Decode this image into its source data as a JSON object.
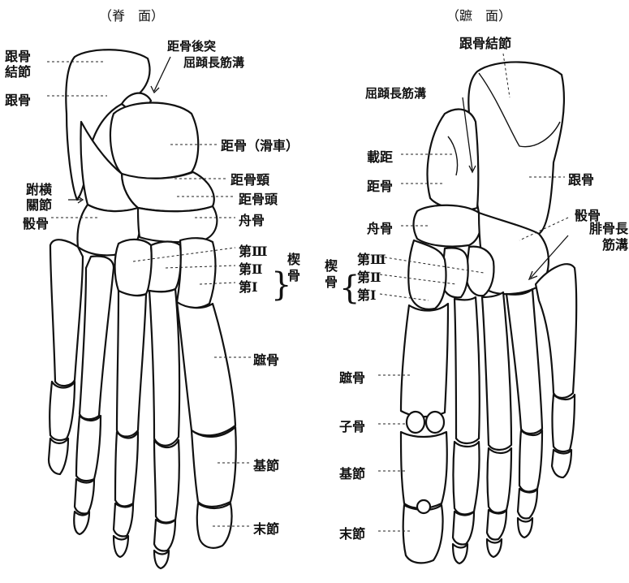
{
  "dorsal": {
    "title": "（脊　面）",
    "labels": {
      "calcaneal_tuberosity": "跟骨\n結節",
      "calcaneus": "跟骨",
      "talus_posterior_process": "距骨後突",
      "flexor_hallucis_groove": "屈蹞長筋溝",
      "talus_trochlea": "距骨（滑車）",
      "talus_neck": "距骨頸",
      "talus_head": "距骨頭",
      "transverse_tarsal_joint": "跗横\n關節",
      "cuboid": "骰骨",
      "navicular": "舟骨",
      "cuneiform_3": "第Ⅲ",
      "cuneiform_2": "第Ⅱ",
      "cuneiform_1": "第Ⅰ",
      "cuneiform_group": "楔\n骨",
      "metatarsal": "蹠骨",
      "proximal_phalanx": "基節",
      "distal_phalanx": "末節"
    }
  },
  "plantar": {
    "title": "（蹠　面）",
    "labels": {
      "calcaneal_tuberosity": "跟骨結節",
      "flexor_hallucis_groove": "屈蹞長筋溝",
      "sustentaculum_tali": "載距",
      "talus": "距骨",
      "calcaneus": "跟骨",
      "navicular": "舟骨",
      "cuboid": "骰骨",
      "peroneus_longus_groove": "腓骨長\n筋溝",
      "cuneiform_group": "楔\n骨",
      "cuneiform_3": "第Ⅲ",
      "cuneiform_2": "第Ⅱ",
      "cuneiform_1": "第Ⅰ",
      "metatarsal": "蹠骨",
      "sesamoid": "子骨",
      "proximal_phalanx": "基節",
      "distal_phalanx": "末節"
    }
  }
}
